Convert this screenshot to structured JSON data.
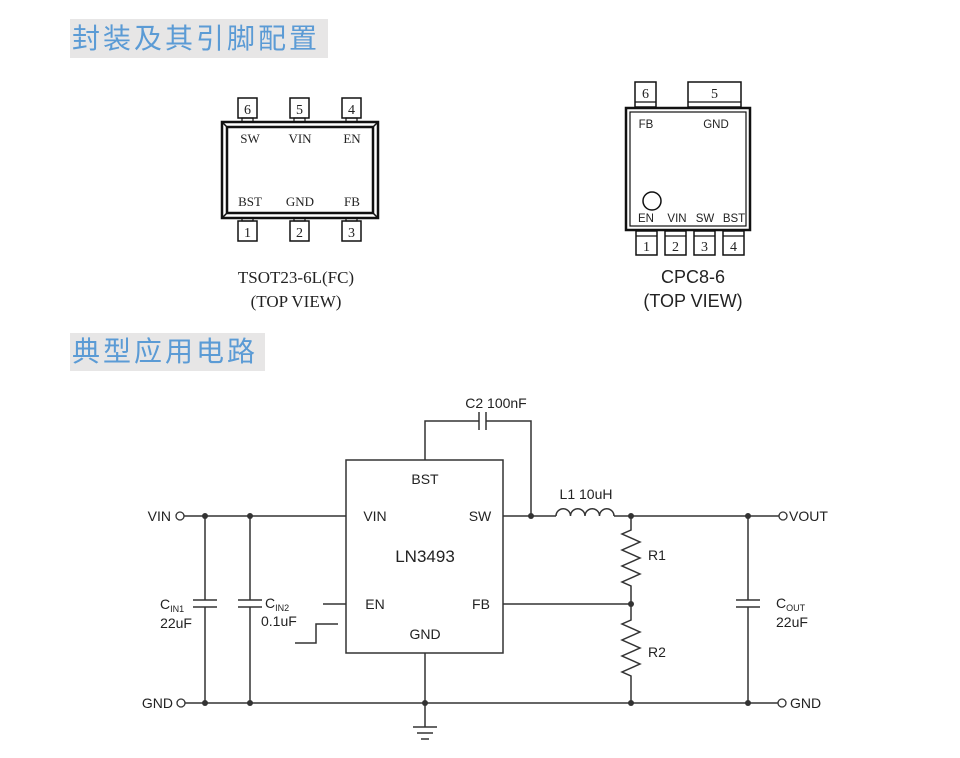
{
  "headings": {
    "packages": "封装及其引脚配置",
    "typical_application": "典型应用电路"
  },
  "colors": {
    "heading_text": "#5b9bd5",
    "heading_background": "#e7e6e6",
    "ink": "#222222"
  },
  "tsot_package": {
    "top_pin_numbers": [
      "6",
      "5",
      "4"
    ],
    "top_pin_labels": [
      "SW",
      "VIN",
      "EN"
    ],
    "bottom_pin_numbers": [
      "1",
      "2",
      "3"
    ],
    "bottom_pin_labels": [
      "BST",
      "GND",
      "FB"
    ],
    "caption": "TSOT23-6L(FC)",
    "view": "(TOP VIEW)"
  },
  "cpc_package": {
    "top_pin_numbers": [
      "6",
      "5"
    ],
    "top_pin_labels": [
      "FB",
      "GND"
    ],
    "bottom_pin_numbers": [
      "1",
      "2",
      "3",
      "4"
    ],
    "bottom_pin_labels": [
      "EN",
      "VIN",
      "SW",
      "BST"
    ],
    "caption": "CPC8-6",
    "view": "(TOP VIEW)"
  },
  "schematic": {
    "ic": {
      "name": "LN3493",
      "pins": {
        "bst": "BST",
        "vin": "VIN",
        "sw": "SW",
        "en": "EN",
        "fb": "FB",
        "gnd": "GND"
      }
    },
    "ports": {
      "vin": "VIN",
      "vout": "VOUT",
      "gnd_left": "GND",
      "gnd_right": "GND"
    },
    "c2": "C2 100nF",
    "l1": "L1 10uH",
    "r1": "R1",
    "r2": "R2",
    "cin1": {
      "symbol": "C",
      "subscript": "IN1",
      "value": "22uF"
    },
    "cin2": {
      "symbol": "C",
      "subscript": "IN2",
      "value": "0.1uF"
    },
    "cout": {
      "symbol": "C",
      "subscript": "OUT",
      "value": "22uF"
    }
  }
}
